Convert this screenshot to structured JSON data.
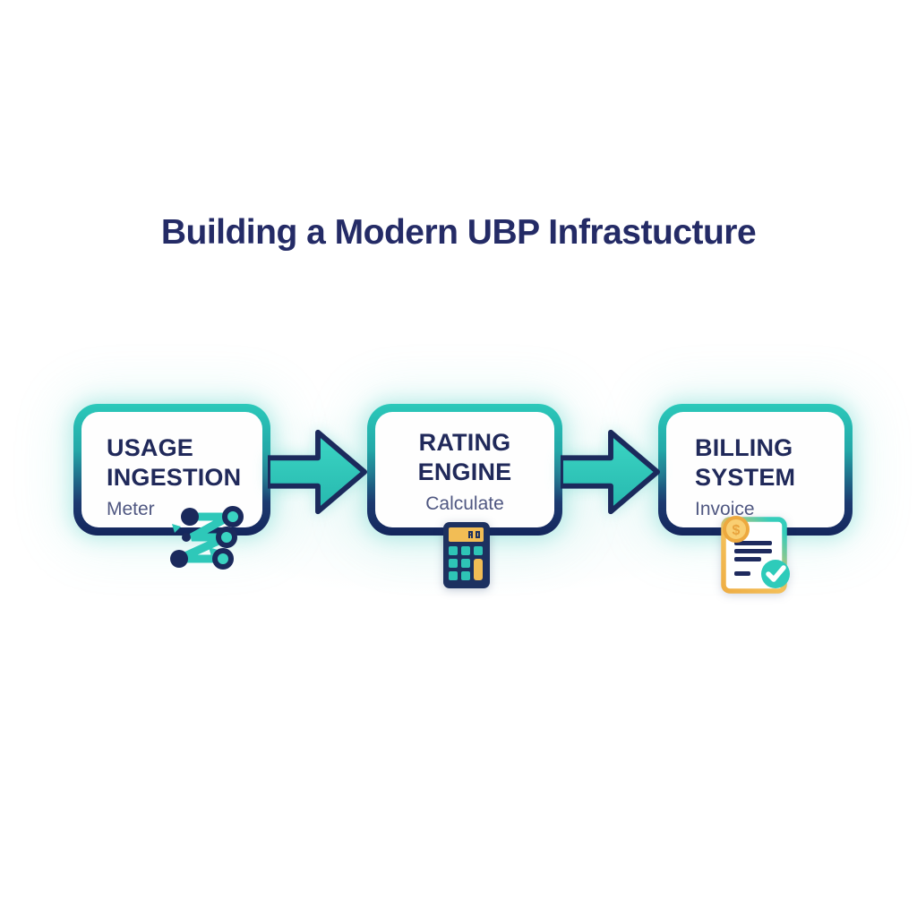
{
  "title": "Building a Modern UBP Infrastucture",
  "flow": {
    "steps": [
      {
        "line1": "USAGE",
        "line2": "INGESTION",
        "sublabel": "Meter",
        "icon": "network-nodes-icon"
      },
      {
        "line1": "RATING",
        "line2": "ENGINE",
        "sublabel": "Calculate",
        "icon": "calculator-icon"
      },
      {
        "line1": "BILLING",
        "line2": "SYSTEM",
        "sublabel": "Invoice",
        "icon": "invoice-check-icon"
      }
    ],
    "connector_icon": "arrow-right-icon"
  },
  "icons": {
    "invoice_coin_symbol": "$"
  },
  "colors": {
    "background": "#FFFFFF",
    "title_navy": "#242B66",
    "heading_navy": "#20295A",
    "sublabel_slate": "#4F5781",
    "teal_accent": "#2EC8B9",
    "navy_outline": "#1B2A5C",
    "amber_accent": "#F2BD55",
    "glow_mint": "#78DBD2"
  }
}
